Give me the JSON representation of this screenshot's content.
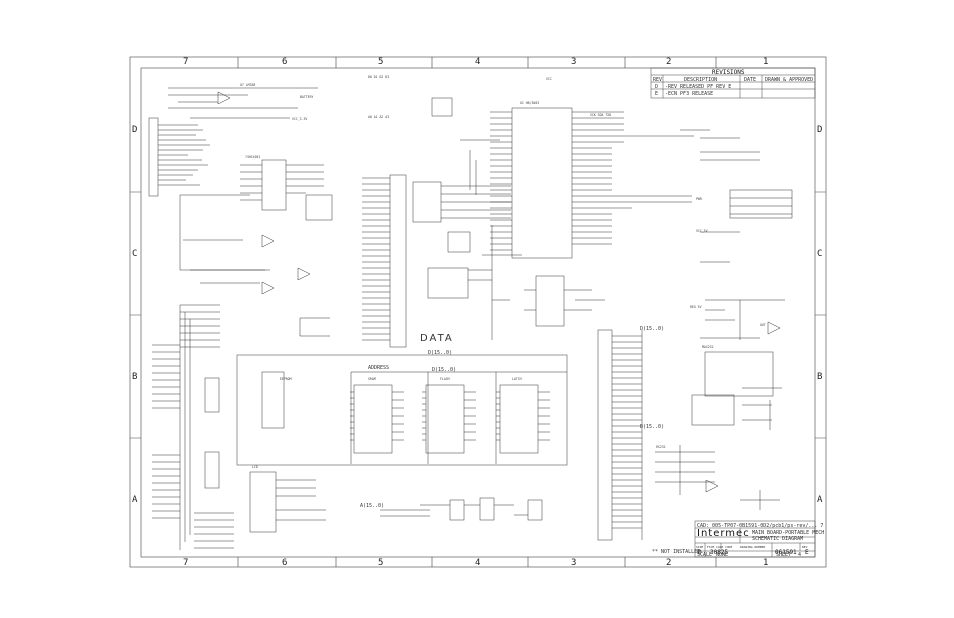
{
  "zones": {
    "columns_top": [
      "7",
      "6",
      "5",
      "4",
      "3",
      "2",
      "1"
    ],
    "columns_bottom": [
      "7",
      "6",
      "5",
      "4",
      "3",
      "2",
      "1"
    ],
    "rows_left": [
      "D",
      "C",
      "B",
      "A"
    ],
    "rows_right": [
      "D",
      "C",
      "B",
      "A"
    ]
  },
  "revisions": {
    "header": "REVISIONS",
    "col_rev": "REV",
    "col_desc": "DESCRIPTION",
    "col_date": "DATE",
    "col_appr": "DRAWN & APPROVED",
    "rows": [
      {
        "rev": "D",
        "desc": "-REV RELEASED PF REV E"
      },
      {
        "rev": "E",
        "desc": "-ECN PF3 RELEASE"
      }
    ]
  },
  "labels": {
    "data_bus": "DATA",
    "address_bus": "ADDRESS",
    "not_installed": "** NOT INSTALLED",
    "d15_d0_a": "D(15..0)",
    "d15_d0_b": "D(15..0)",
    "d15_d0_c": "D(15..0)",
    "d15_d0_d": "D(15..0)",
    "a15_a0": "A(15..0)"
  },
  "title_block": {
    "cad_line": "CAD: 005-TP07-0B1591-0D2/pcb1/ps-rev/... 7",
    "company": "Intermec",
    "title_line1": "MAIN BOARD-PORTABLE MECH",
    "title_line2": "SCHEMATIC DIAGRAM",
    "size_label": "SIZE",
    "size": "D",
    "cage_label": "FSCM CAGE CODE",
    "cage": "30825",
    "dwg_label": "DRAWING NUMBER",
    "dwg_no": "061591",
    "rev_label": "REV",
    "rev": "E",
    "scale_label": "SCALE",
    "scale": "NONE",
    "sheet_label": "SHEET",
    "sheet": "4"
  }
}
